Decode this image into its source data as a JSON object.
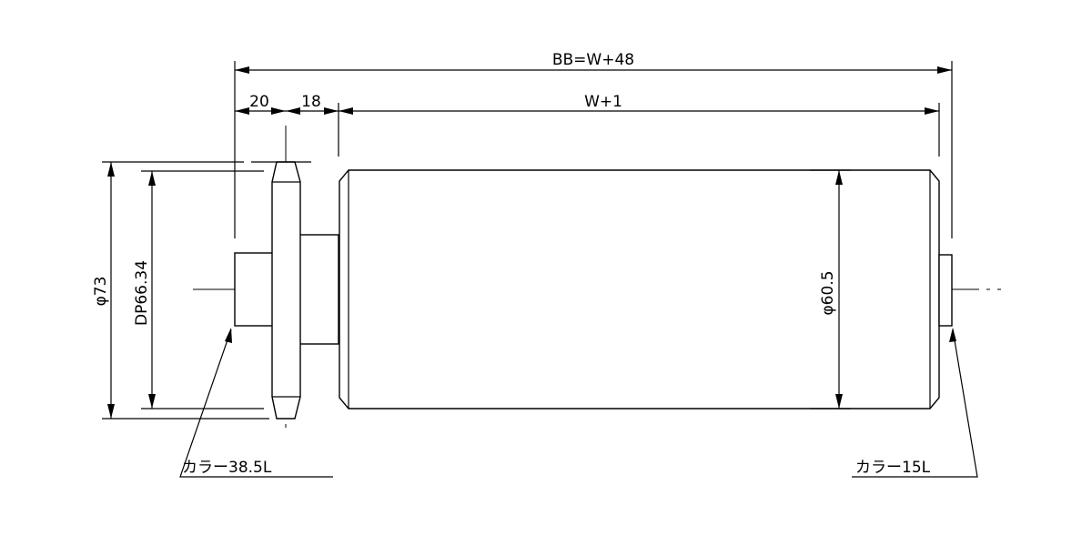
{
  "dimensions": {
    "overall_length": "BB=W+48",
    "tube_length": "W+1",
    "collar_width": "20",
    "hub_width": "18",
    "sprocket_od": "φ73",
    "pitch_diameter": "DP66.34",
    "tube_diameter": "φ60.5"
  },
  "callouts": {
    "left_collar": "カラー38.5L",
    "right_collar": "カラー15L"
  }
}
